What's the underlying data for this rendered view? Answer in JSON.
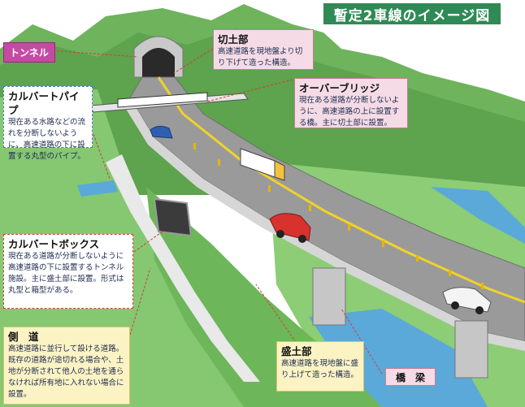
{
  "title": "暫定2車線のイメージ図",
  "labels": {
    "tunnel": "トンネル",
    "kyouryou": "橋　梁"
  },
  "callouts": {
    "kirido": {
      "title": "切土部",
      "body": "高速道路を現地盤より切り下げて造った構造。"
    },
    "overbridge": {
      "title": "オーバーブリッジ",
      "body": "現在ある道路が分断しないように、高速道路の上に設置する橋。主に切土部に設置。"
    },
    "culvert_pipe": {
      "title": "カルバートパイプ",
      "body": "現在ある水路などの流れを分断しないように、高速道路の下に設置する丸型のパイプ。"
    },
    "culvert_box": {
      "title": "カルバートボックス",
      "body": "現在ある道路が分断しないように高速道路の下に設置するトンネル施設。主に盛土部に設置。形式は丸型と箱型がある。"
    },
    "sokudo": {
      "title": "側　道",
      "body": "高速道路に並行して設ける道路。既存の道路が途切れる場合や、土地が分断されて他人の土地を通らなければ所有地に入れない場合に設置。"
    },
    "morido": {
      "title": "盛土部",
      "body": "高速道路を現地盤に盛り上げて造った構造。"
    }
  },
  "colors": {
    "banner": "#2f8a55",
    "tunnel_tag": "#c54aa4",
    "road": "#9a9a9a",
    "center_line": "#f0d22a",
    "grass": "#7fc46a",
    "grass_dark": "#4f9b48",
    "water": "#5aa9d8",
    "truck": "#ffffff",
    "red_car": "#d8322e",
    "blue_car": "#2f5fb0"
  }
}
